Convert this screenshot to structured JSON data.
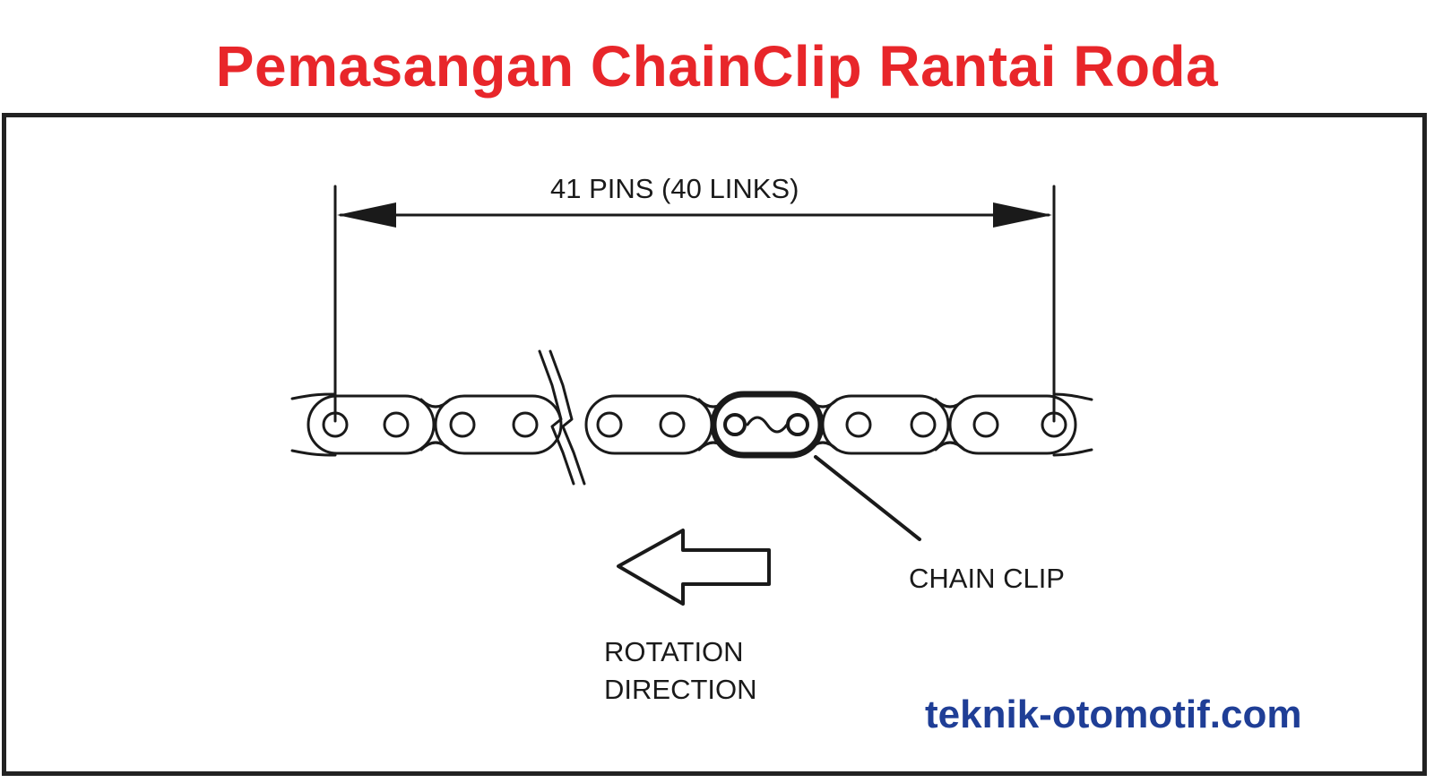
{
  "title": "Pemasangan ChainClip Rantai Roda",
  "dimension_label": "41 PINS (40 LINKS)",
  "clip_label": "CHAIN CLIP",
  "rotation_label": {
    "line1": "ROTATION",
    "line2": "DIRECTION"
  },
  "website": "teknik-otomotif.com",
  "colors": {
    "title": "#e8262a",
    "website": "#1f3e96",
    "frame": "#222222",
    "line": "#1a1a1a"
  },
  "icons": {
    "rotation_arrow": "left-arrow-outline-icon",
    "break_mark": "chain-break-icon"
  }
}
